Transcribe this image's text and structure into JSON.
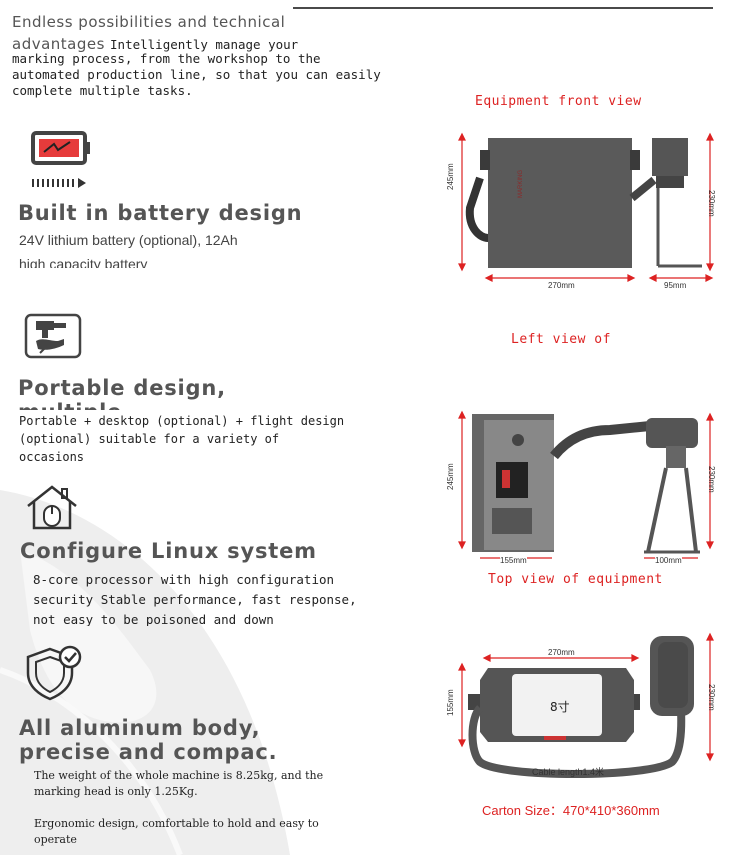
{
  "intro": {
    "title_line1": "Endless possibilities and technical",
    "title_line2": "advantages",
    "body_line1": "Intelligently manage your",
    "body_line2": "marking process, from the workshop to the",
    "body_line3": "automated production line, so that you can easily",
    "body_line4": "complete multiple tasks."
  },
  "features": [
    {
      "title": "Built in battery design",
      "body_line1": "24V lithium battery (optional), 12Ah",
      "body_line2": "high capacity battery",
      "icon": "battery-icon"
    },
    {
      "title_line1": "Portable design, multiple",
      "title_line2": "uses",
      "body_line1": "Portable + desktop (optional) + flight design",
      "body_line2": "(optional) suitable for a variety of",
      "body_line3": "occasions",
      "icon": "hand-marker-icon"
    },
    {
      "title": "Configure Linux system",
      "body_line1": "8-core processor with high configuration",
      "body_line2": "security Stable performance, fast response,",
      "body_line3": "not easy to be poisoned and down",
      "icon": "home-mouse-icon"
    },
    {
      "title_line1": "All aluminum body,",
      "title_line2": "precise and compac.",
      "body_line1": "The weight of the whole machine is 8.25kg, and the",
      "body_line2": "marking head is only 1.25Kg.",
      "body_line3": "Ergonomic design, comfortable to hold and easy to",
      "body_line4": "operate",
      "icon": "shield-check-icon"
    }
  ],
  "views": {
    "front_label": "Equipment front view",
    "left_label": "Left view of",
    "top_label": "Top view of equipment",
    "front_dims": {
      "height": "245mm",
      "width": "270mm",
      "head_width": "95mm",
      "head_height": "230mm"
    },
    "left_dims": {
      "height": "245mm",
      "width": "155mm",
      "head_width": "100mm",
      "head_height": "230mm"
    },
    "top_dims": {
      "width": "270mm",
      "height": "155mm",
      "head_height": "230mm",
      "screen_label": "8寸",
      "cable": "Cable length1.4米"
    },
    "carton": "Carton Size：470*410*360mm"
  },
  "colors": {
    "accent_red": "#dd2222",
    "device_gray": "#555555"
  }
}
